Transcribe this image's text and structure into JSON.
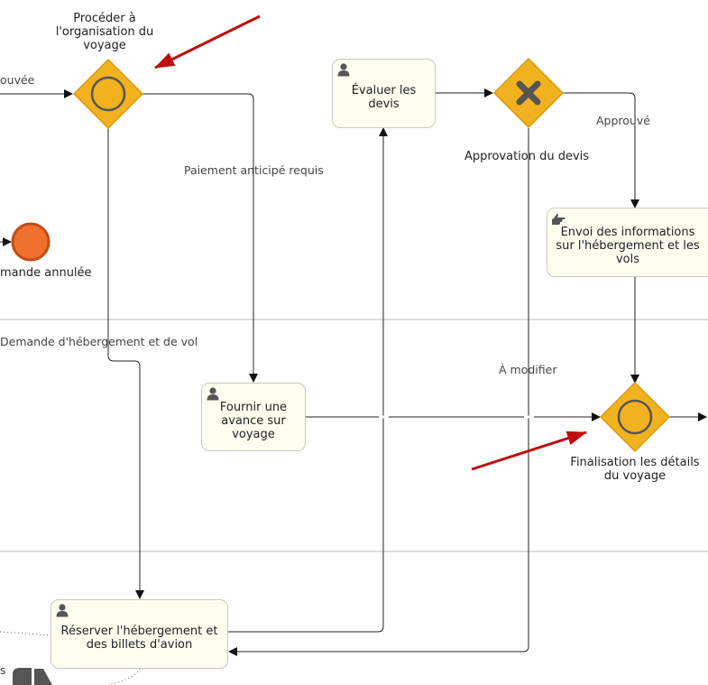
{
  "gateways": {
    "organize_trip": "Procéder à l'organisation du voyage",
    "quote_approval": "Approvation du devis",
    "finalize_trip": "Finalisation les détails du voyage"
  },
  "tasks": {
    "evaluate_quotes": "Évaluer les devis",
    "send_info": "Envoi des informations sur l'hébergement et les vols",
    "advance_payment": "Fournir une avance sur voyage",
    "book": "Réserver l'hébergement et des billets d'avion"
  },
  "events": {
    "cancelled": "mande annulée"
  },
  "flows": {
    "approved_partial": "ouvée",
    "advance_required": "Paiement anticipé requis",
    "approved": "Approuvé",
    "to_modify": "À modifier",
    "lodging_flight_request": "Demande d'hébergement et de vol",
    "cut_s": "s"
  },
  "colors": {
    "gateway_fill": "#f2b21f",
    "gateway_stroke": "#d99a0e",
    "end_event_fill": "#f07030",
    "end_event_stroke": "#c24d14",
    "annotation_arrow": "#c00d0d",
    "lane_line": "#b9b9b9",
    "task_fill": "#fefdf0"
  }
}
